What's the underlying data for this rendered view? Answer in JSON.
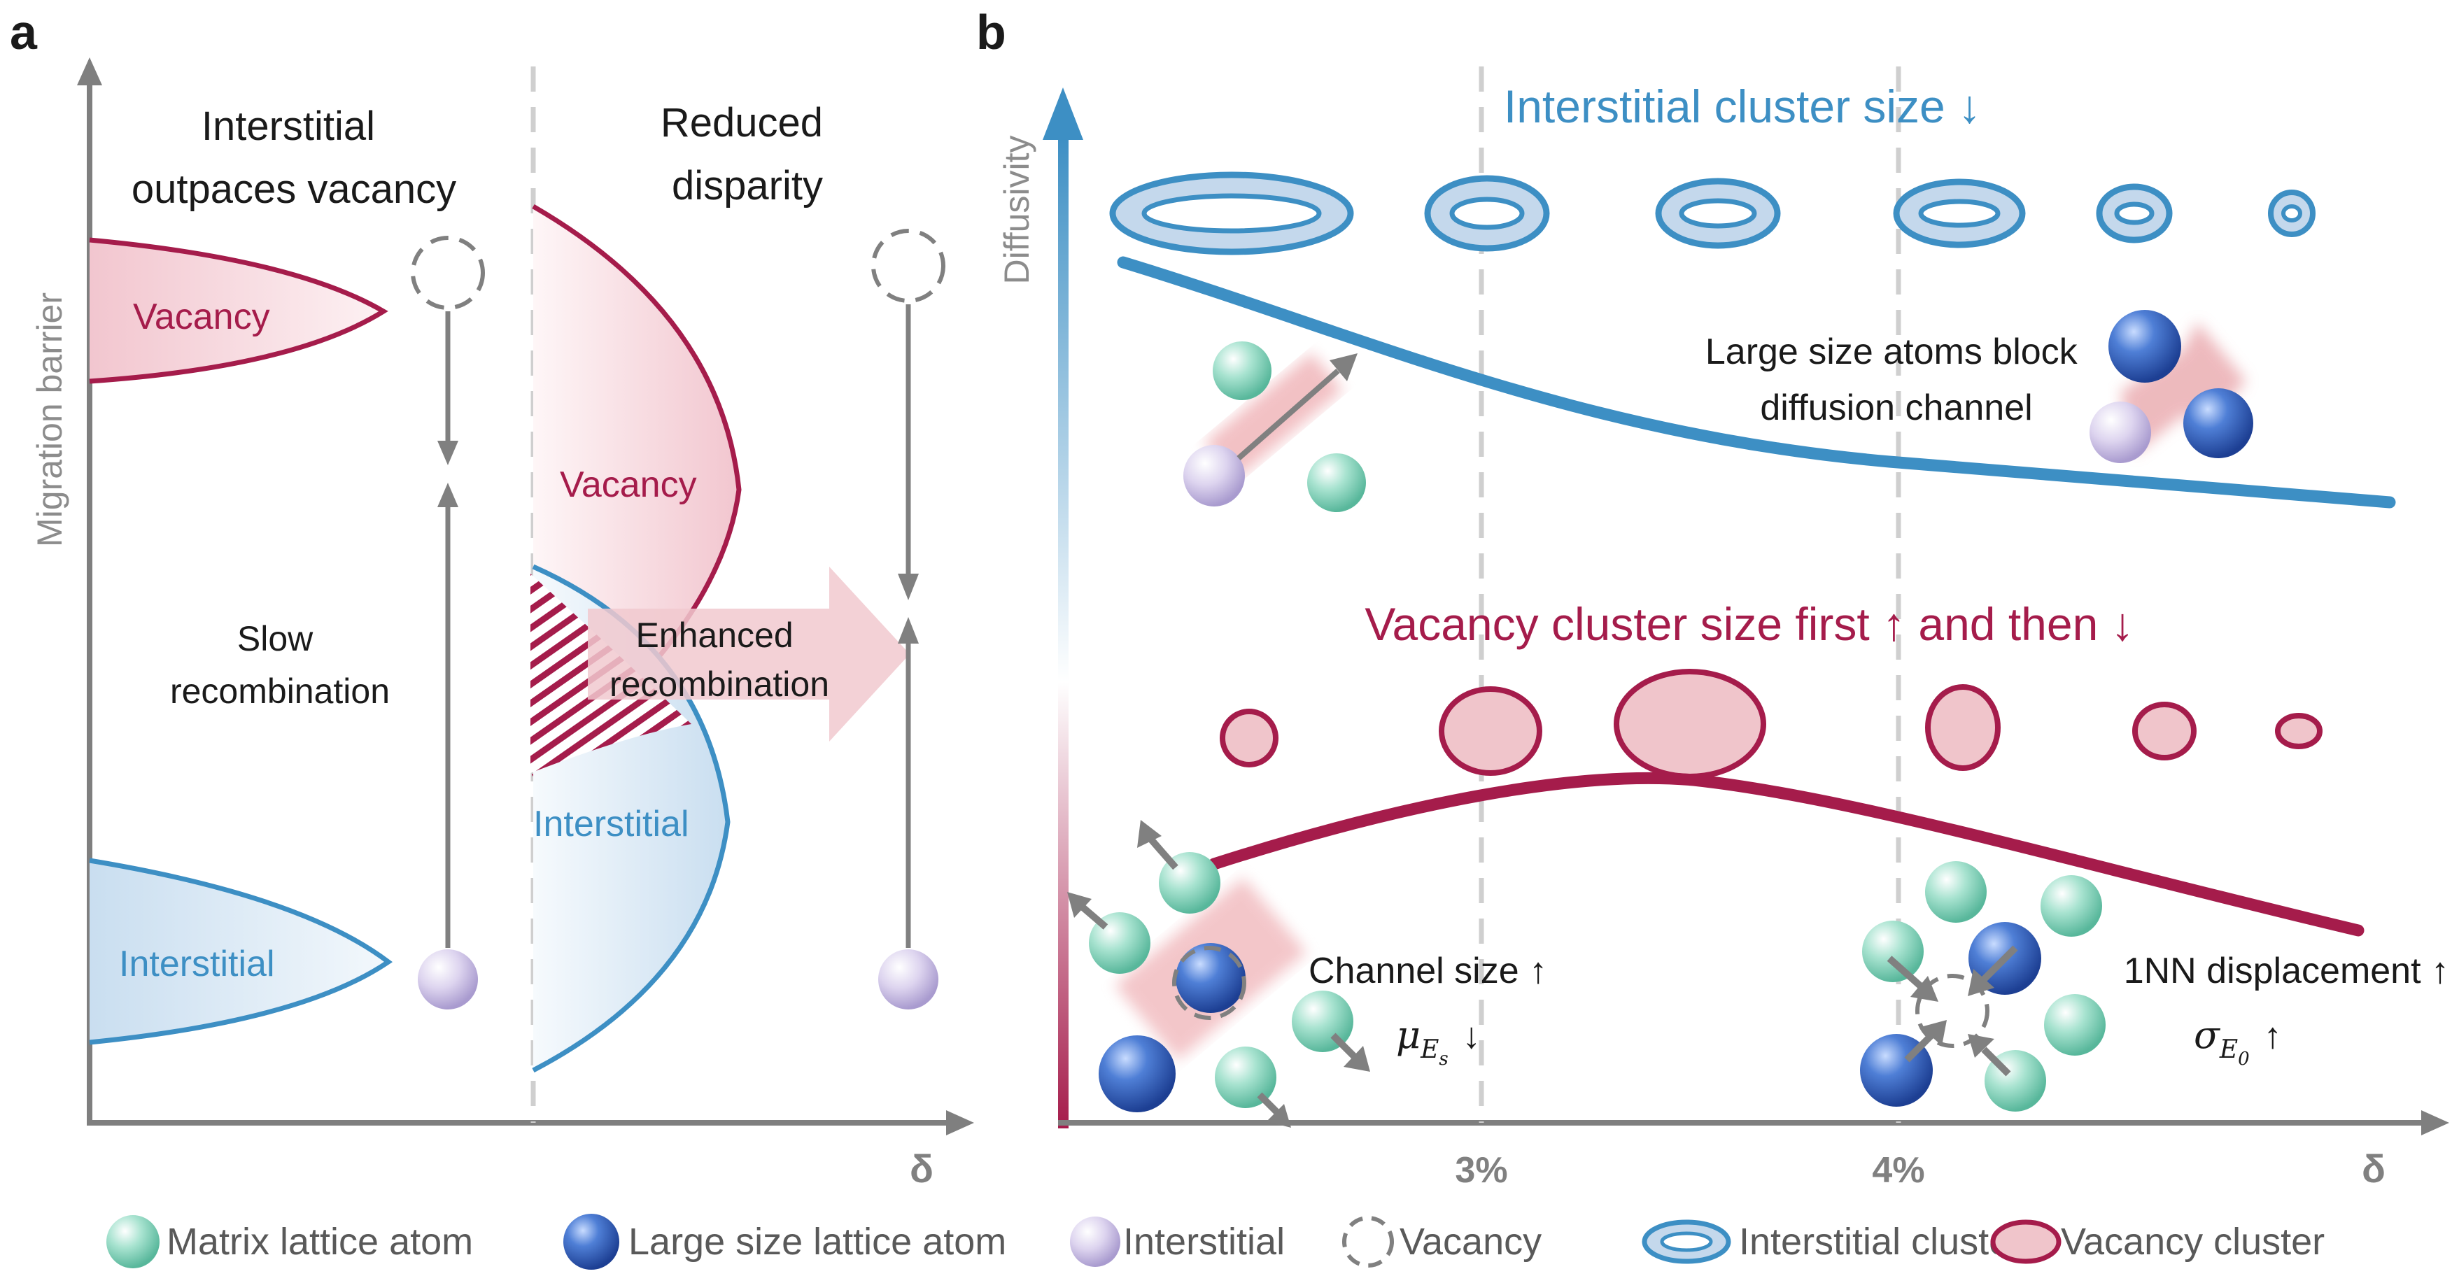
{
  "panel_a": {
    "letter": "a",
    "y_axis_label": "Migration barrier",
    "x_axis_label": "δ",
    "left_heading": [
      "Interstitial",
      "outpaces vacancy"
    ],
    "right_heading": [
      "Reduced",
      "disparity"
    ],
    "vacancy_label_left": "Vacancy",
    "interstitial_label_left": "Interstitial",
    "vacancy_label_right": "Vacancy",
    "interstitial_label_right": "Interstitial",
    "slow_recombination": [
      "Slow",
      "recombination"
    ],
    "enhanced_recombination": [
      "Enhanced",
      "recombination"
    ]
  },
  "panel_b": {
    "letter": "b",
    "y_axis_label": "Diffusivity",
    "x_axis_label": "δ",
    "tick_3": "3%",
    "tick_4": "4%",
    "interstitial_cluster_title": "Interstitial cluster size ↓",
    "vacancy_cluster_title": "Vacancy cluster size first ↑ and then ↓",
    "block_note": [
      "Large size atoms block",
      "diffusion channel"
    ],
    "channel_note": "Channel size ↑",
    "mu_symbol": "μ",
    "mu_sub": "E",
    "mu_subsub": "s",
    "mu_arrow": "↓",
    "nn_note": "1NN displacement ↑",
    "sigma_symbol": "σ",
    "sigma_sub": "E",
    "sigma_subsub": "0",
    "sigma_arrow": "↑"
  },
  "legend": {
    "matrix_atom": "Matrix lattice atom",
    "large_atom": "Large size lattice atom",
    "interstitial": "Interstitial",
    "vacancy": "Vacancy",
    "interstitial_cluster": "Interstitial cluster",
    "vacancy_cluster": "Vacancy cluster"
  },
  "colors": {
    "vacancy_red": "#a51c4b",
    "interstitial_blue": "#3d8fc4",
    "axis_gray": "#7f7f7f",
    "text_dark": "#1a1a1a"
  }
}
